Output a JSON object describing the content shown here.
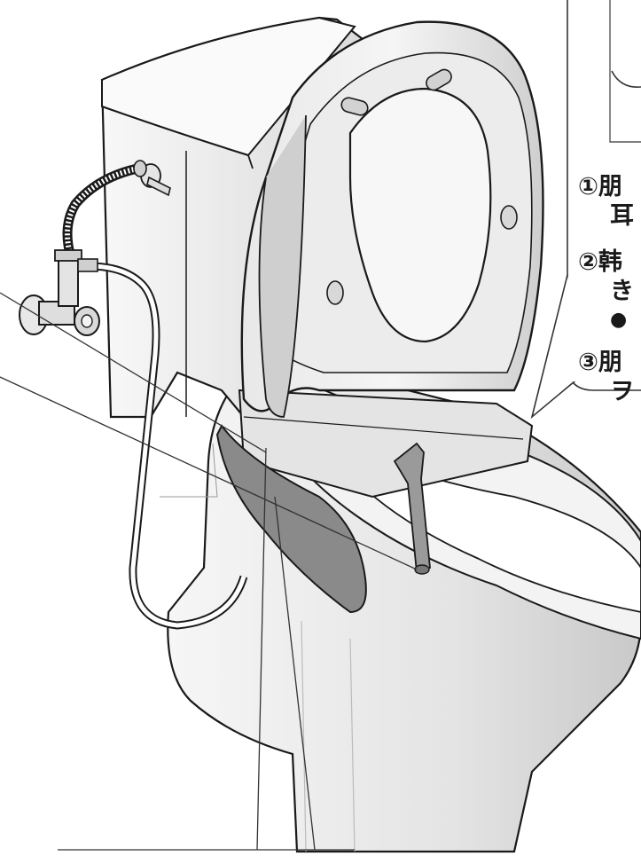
{
  "callout": {
    "steps": [
      {
        "line1": "①朋",
        "line2": "耳"
      },
      {
        "line1": "②韩",
        "line2": "き"
      },
      {
        "bullet": "●"
      },
      {
        "line1": "③朋",
        "line2": "ヲ"
      }
    ]
  },
  "colors": {
    "outline": "#1a1a1a",
    "body_fill": "#f0f0f0",
    "body_shade": "#d6d6d6",
    "seat_dark": "#8a8a8a",
    "callout_border": "#333333"
  },
  "icons": [
    "toilet-illustration",
    "water-supply-valve-icon",
    "flexible-hose-icon",
    "nozzle-icon",
    "flush-lever-icon"
  ]
}
